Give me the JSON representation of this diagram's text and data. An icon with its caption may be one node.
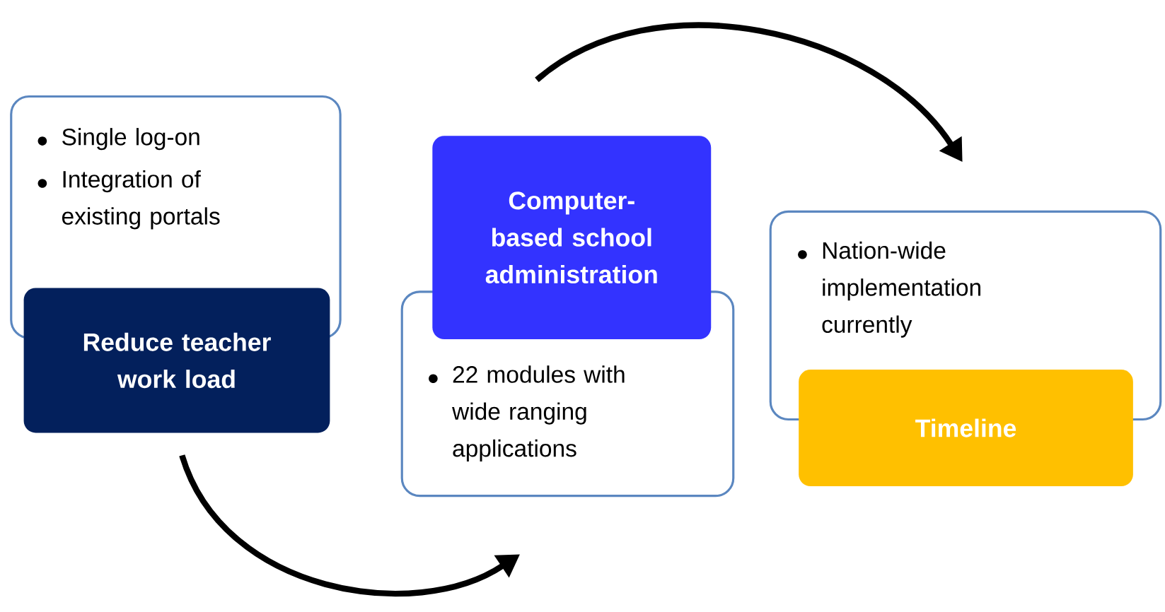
{
  "diagram": {
    "nodes": [
      {
        "text": [
          "Single log-on",
          "Integration of existing portals"
        ]
      },
      {
        "text": [
          "Reduce teacher work load"
        ]
      },
      {
        "text": [
          "Computer-based school administration"
        ]
      },
      {
        "text": [
          "22 modules with wide ranging applications"
        ]
      },
      {
        "text": [
          "Nation-wide implementation currently"
        ]
      },
      {
        "text": [
          "Timeline"
        ]
      }
    ],
    "edges": [
      {
        "from": 1,
        "to": 3,
        "arrow": "to"
      },
      {
        "from": 2,
        "to": 4,
        "arrow": "to"
      }
    ]
  }
}
